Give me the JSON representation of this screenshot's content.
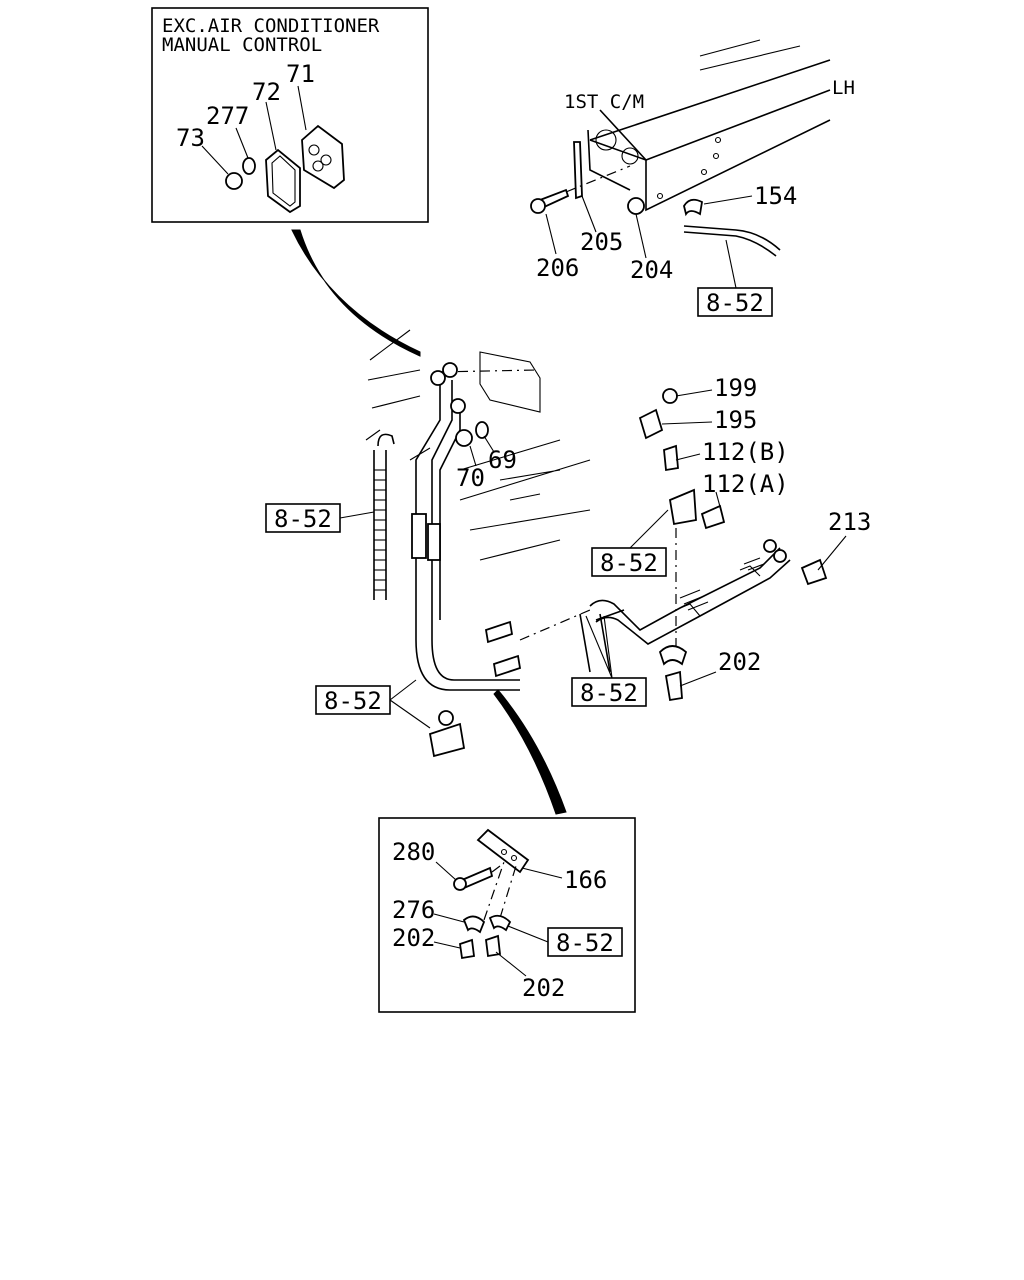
{
  "inset_top": {
    "title_line1": "EXC.AIR CONDITIONER",
    "title_line2": "MANUAL CONTROL",
    "labels": [
      "71",
      "72",
      "277",
      "73"
    ]
  },
  "frame_detail": {
    "labels": {
      "cm": "1ST C/M",
      "side": "LH",
      "p154": "154",
      "p205": "205",
      "p206": "206",
      "p204": "204"
    }
  },
  "main": {
    "labels": {
      "p199": "199",
      "p195": "195",
      "p112b": "112(B)",
      "p112a": "112(A)",
      "p213": "213",
      "p202": "202",
      "p69": "69",
      "p70": "70"
    }
  },
  "inset_bottom": {
    "labels": {
      "p280": "280",
      "p166": "166",
      "p276": "276",
      "p202a": "202",
      "p202b": "202"
    }
  },
  "ref_boxes": [
    "8-52",
    "8-52",
    "8-52",
    "8-52",
    "8-52",
    "8-52"
  ]
}
